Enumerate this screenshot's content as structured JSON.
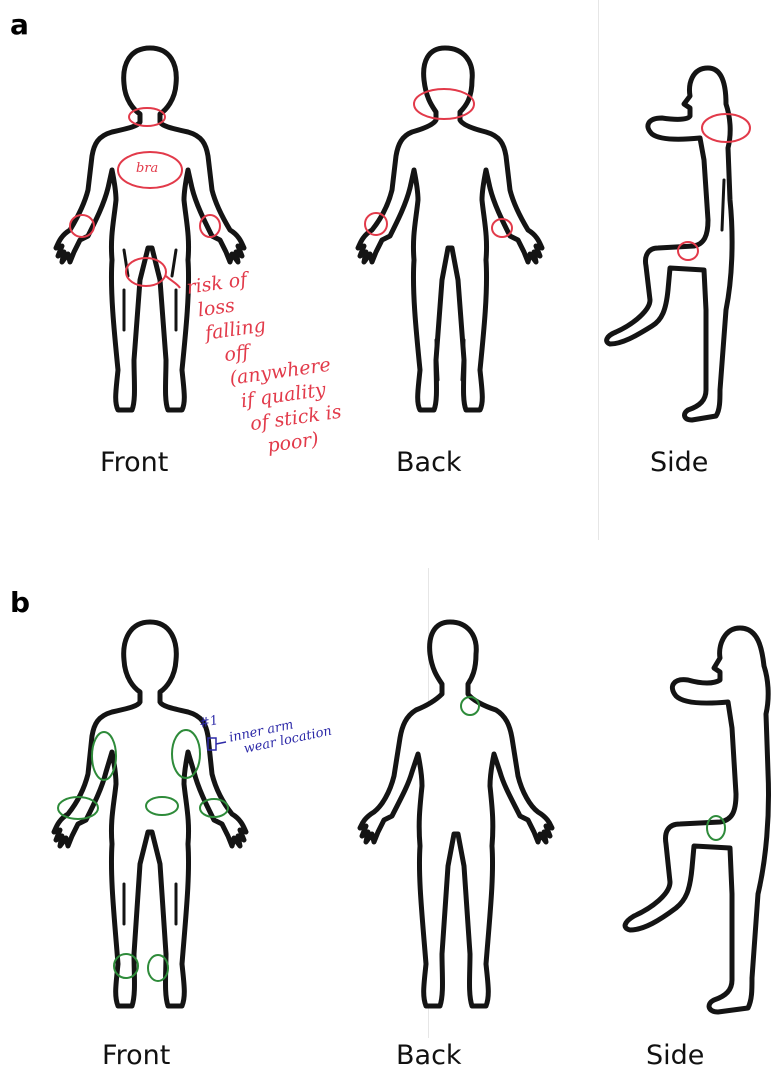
{
  "panels": [
    {
      "letter": "a",
      "views": [
        "Front",
        "Back",
        "Side"
      ],
      "annotation_color": "#e23a4a",
      "front_text_label": "bra",
      "front_note_lines": [
        "risk of",
        "loss",
        "falling",
        "off",
        "(anywhere",
        "if quality",
        "of stick is",
        "poor)"
      ]
    },
    {
      "letter": "b",
      "views": [
        "Front",
        "Back",
        "Side"
      ],
      "annotation_color": "#2e8b3a",
      "front_note_number": "#1",
      "front_note_lines": [
        "inner arm",
        "wear location"
      ],
      "note_color": "#2d2aa8"
    }
  ]
}
